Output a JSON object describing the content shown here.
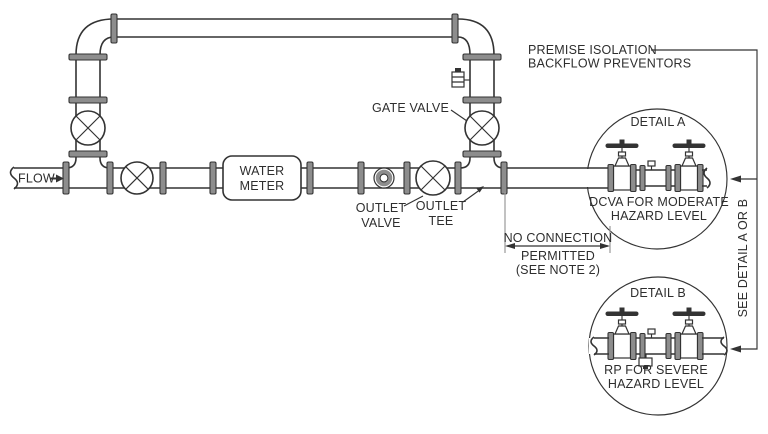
{
  "diagram": {
    "colors": {
      "line": "#333333",
      "flange": "#8d8d8d",
      "text": "#2e2e2e",
      "background": "#ffffff"
    },
    "flow": {
      "label": "FLOW"
    },
    "water_meter": {
      "line1": "WATER",
      "line2": "METER"
    },
    "gate_valve_label": "GATE VALVE",
    "outlet_valve_label": {
      "line1": "OUTLET",
      "line2": "VALVE"
    },
    "outlet_tee_label": {
      "line1": "OUTLET",
      "line2": "TEE"
    },
    "premise_isolation": {
      "line1": "PREMISE ISOLATION",
      "line2": "BACKFLOW PREVENTORS"
    },
    "no_connection": {
      "line1": "NO CONNECTION",
      "line2": "PERMITTED",
      "line3": "(SEE NOTE 2)"
    },
    "see_detail": "SEE DETAIL A OR B",
    "detail_a": {
      "title": "DETAIL A",
      "caption_line1": "DCVA FOR MODERATE",
      "caption_line2": "HAZARD LEVEL"
    },
    "detail_b": {
      "title": "DETAIL B",
      "caption_line1": "RP FOR SEVERE",
      "caption_line2": "HAZARD LEVEL"
    }
  }
}
